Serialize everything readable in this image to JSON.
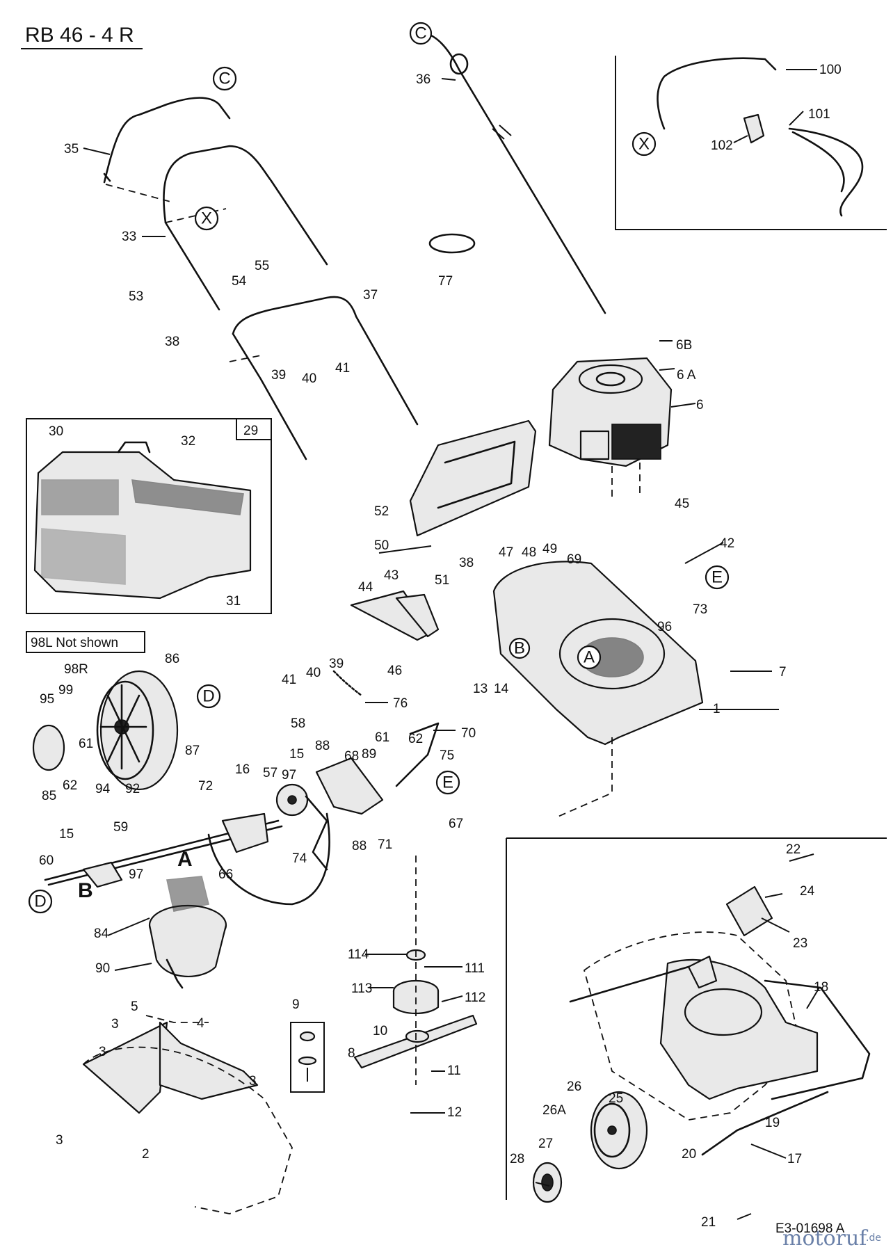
{
  "title": "RB 46 - 4 R",
  "note": "98L  Not shown",
  "drawing_number": "E3-01698 A",
  "watermark": {
    "main": "motoruf",
    "tld": ".de",
    "color_main": "#6a80a8",
    "color_accent": "#c8802e"
  },
  "reference_letters": {
    "c_top": "C",
    "c_handle": "C",
    "x_handle": "X",
    "x_inset": "X",
    "d_wheel": "D",
    "d_axle": "D",
    "e_bracket": "E",
    "e_deck": "E",
    "a_axle": "A",
    "a_deck": "A",
    "b_axle": "B",
    "b_deck": "B"
  },
  "parts": {
    "p1": "1",
    "p2": "2",
    "p3a": "3",
    "p3b": "3",
    "p3c": "3",
    "p3d": "3",
    "p4": "4",
    "p5": "5",
    "p6": "6",
    "p6a": "6 A",
    "p6b": "6B",
    "p7": "7",
    "p8": "8",
    "p9": "9",
    "p10": "10",
    "p11": "11",
    "p12": "12",
    "p13": "13",
    "p14": "14",
    "p15a": "15",
    "p15b": "15",
    "p16": "16",
    "p17": "17",
    "p18": "18",
    "p19": "19",
    "p20": "20",
    "p21": "21",
    "p22": "22",
    "p23": "23",
    "p24": "24",
    "p25": "25",
    "p26": "26",
    "p26a": "26A",
    "p27": "27",
    "p28": "28",
    "p29": "29",
    "p30": "30",
    "p31": "31",
    "p32": "32",
    "p33": "33",
    "p35": "35",
    "p36": "36",
    "p37": "37",
    "p38a": "38",
    "p38b": "38",
    "p39a": "39",
    "p39b": "39",
    "p40a": "40",
    "p40b": "40",
    "p41a": "41",
    "p41b": "41",
    "p42": "42",
    "p43": "43",
    "p44": "44",
    "p45": "45",
    "p46": "46",
    "p47": "47",
    "p48": "48",
    "p49": "49",
    "p50": "50",
    "p51": "51",
    "p52": "52",
    "p53": "53",
    "p54": "54",
    "p55": "55",
    "p57": "57",
    "p58": "58",
    "p59": "59",
    "p60": "60",
    "p61a": "61",
    "p61b": "61",
    "p62a": "62",
    "p62b": "62",
    "p66": "66",
    "p67": "67",
    "p68": "68",
    "p69": "69",
    "p70": "70",
    "p71": "71",
    "p72": "72",
    "p73": "73",
    "p74": "74",
    "p75": "75",
    "p76": "76",
    "p77": "77",
    "p84": "84",
    "p85": "85",
    "p86": "86",
    "p87": "87",
    "p88a": "88",
    "p88b": "88",
    "p89": "89",
    "p90": "90",
    "p92": "92",
    "p94": "94",
    "p95": "95",
    "p96": "96",
    "p97a": "97",
    "p97b": "97",
    "p98r": "98R",
    "p99": "99",
    "p100": "100",
    "p101": "101",
    "p102": "102",
    "p111": "111",
    "p112": "112",
    "p113": "113",
    "p114": "114"
  }
}
